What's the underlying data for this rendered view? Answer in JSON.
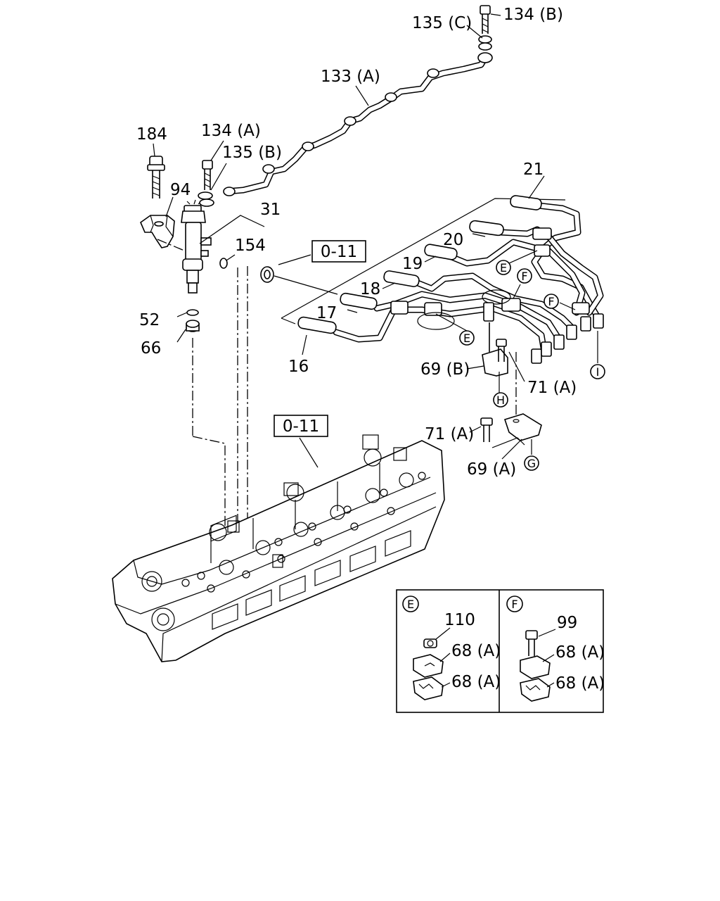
{
  "labels": {
    "p184": "184",
    "p134a": "134 (A)",
    "p135b": "135 (B)",
    "p94": "94",
    "p31": "31",
    "p154": "154",
    "p52": "52",
    "p66": "66",
    "p135c": "135 (C)",
    "p134b": "134 (B)",
    "p133a": "133 (A)",
    "p21": "21",
    "p20": "20",
    "p19": "19",
    "p18": "18",
    "p17": "17",
    "p16": "16",
    "p69b": "69 (B)",
    "p71a_1": "71 (A)",
    "p71a_2": "71 (A)",
    "p69a": "69 (A)",
    "ref_011_a": "0-11",
    "ref_011_b": "0-11"
  },
  "markers": {
    "E1": "E",
    "E2": "E",
    "F1": "F",
    "F2": "F",
    "H": "H",
    "I": "I",
    "G": "G"
  },
  "detail_E": {
    "marker": "E",
    "p110": "110",
    "p68a_1": "68 (A)",
    "p68a_2": "68 (A)"
  },
  "detail_F": {
    "marker": "F",
    "p99": "99",
    "p68a_1": "68 (A)",
    "p68a_2": "68 (A)"
  }
}
